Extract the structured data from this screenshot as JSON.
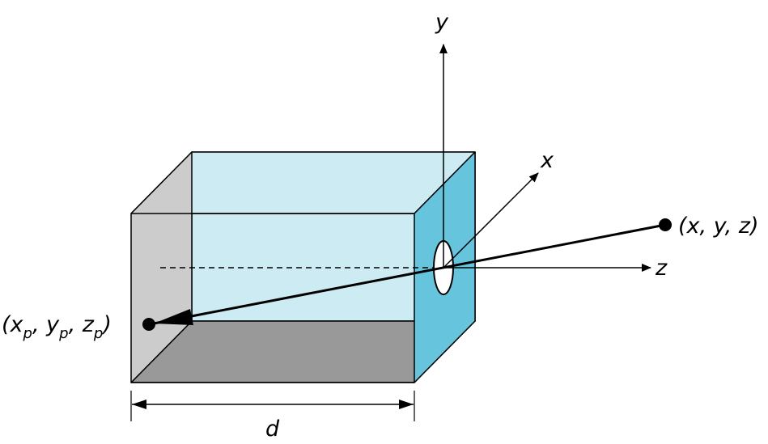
{
  "labels": {
    "y_axis": "y",
    "x_axis": "x",
    "z_axis": "z",
    "distance": "d"
  },
  "object_point": {
    "open": "(",
    "x": "x",
    "sep1": ", ",
    "y": "y",
    "sep2": ", ",
    "z": "z",
    "close": ")"
  },
  "projected_point": {
    "open": "(",
    "x": "x",
    "x_sub": "p",
    "sep1": ", ",
    "y": "y",
    "y_sub": "p",
    "sep2": ", ",
    "z": "z",
    "z_sub": "p",
    "close": ")"
  },
  "colors": {
    "left_face": "#cccccc",
    "floor_face": "#999999",
    "back_face": "#cdebf3",
    "front_face": "#66c5dd",
    "stroke": "#000000"
  }
}
